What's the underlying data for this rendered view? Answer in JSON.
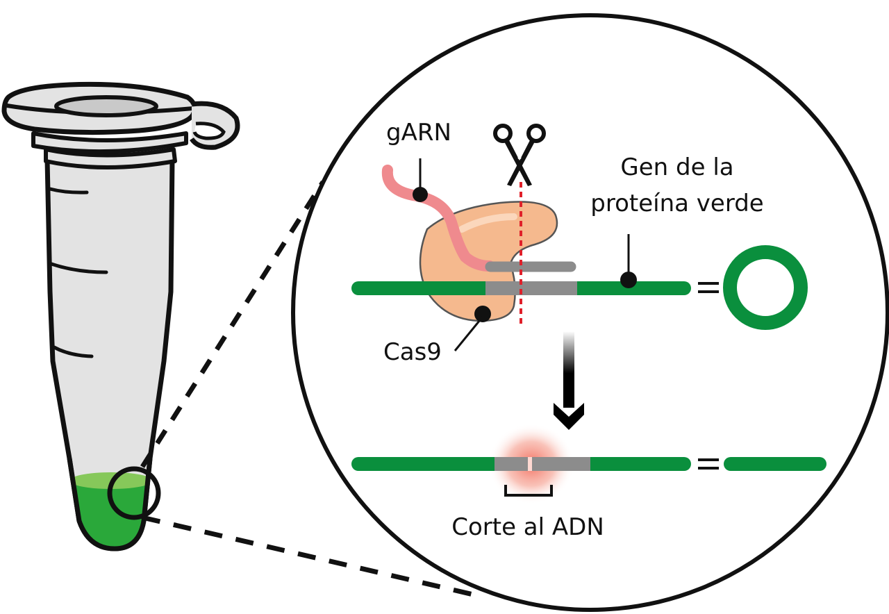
{
  "labels": {
    "grna": "gARN",
    "cas9": "Cas9",
    "gene_line1": "Gen de la",
    "gene_line2": "proteína verde",
    "cut": "Corte al ADN",
    "equals_top": "=",
    "equals_bottom": "="
  },
  "icons": {
    "scissors": "scissors-icon",
    "arrow": "arrow-down-icon"
  },
  "colors": {
    "dna_green": "#0a8f3d",
    "target_gray": "#8c8c8c",
    "cas9_fill": "#f5b98e",
    "grna_pink": "#ef8a8e",
    "cut_line_red": "#e0202a",
    "liquid_green": "#2aa83a",
    "liquid_top": "#86c85a",
    "tube_fill": "#e3e3e3",
    "glow_red": "#f26a5a"
  }
}
